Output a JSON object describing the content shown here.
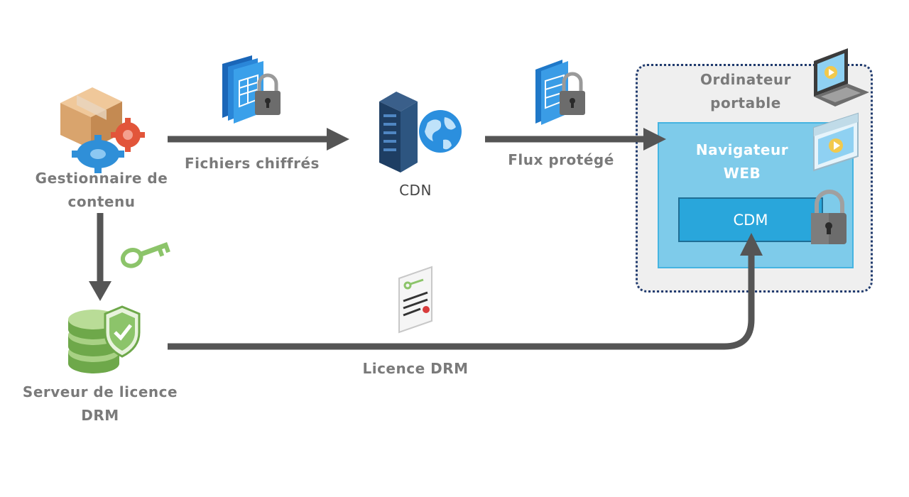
{
  "nodes": {
    "content_manager": "Gestionnaire de contenu",
    "cdn": "CDN",
    "laptop": "Ordinateur portable",
    "web_browser": "Navigateur WEB",
    "cdm": "CDM",
    "license_server": "Serveur de licence DRM"
  },
  "edges": {
    "encrypted_files": "Fichiers chiffrés",
    "protected_stream": "Flux protégé",
    "drm_license": "Licence DRM"
  },
  "colors": {
    "arrow": "#555555",
    "label": "#7a7a7a",
    "browser_fill": "#7ecbea",
    "cdm_fill": "#29a6db",
    "laptop_border": "#1f3a6e"
  },
  "icons": [
    "box-gears-icon",
    "encrypted-files-icon",
    "server-globe-icon",
    "stream-doc-lock-icon",
    "laptop-icon",
    "browser-window-icon",
    "padlock-icon",
    "key-icon",
    "license-certificate-icon",
    "database-shield-icon"
  ]
}
